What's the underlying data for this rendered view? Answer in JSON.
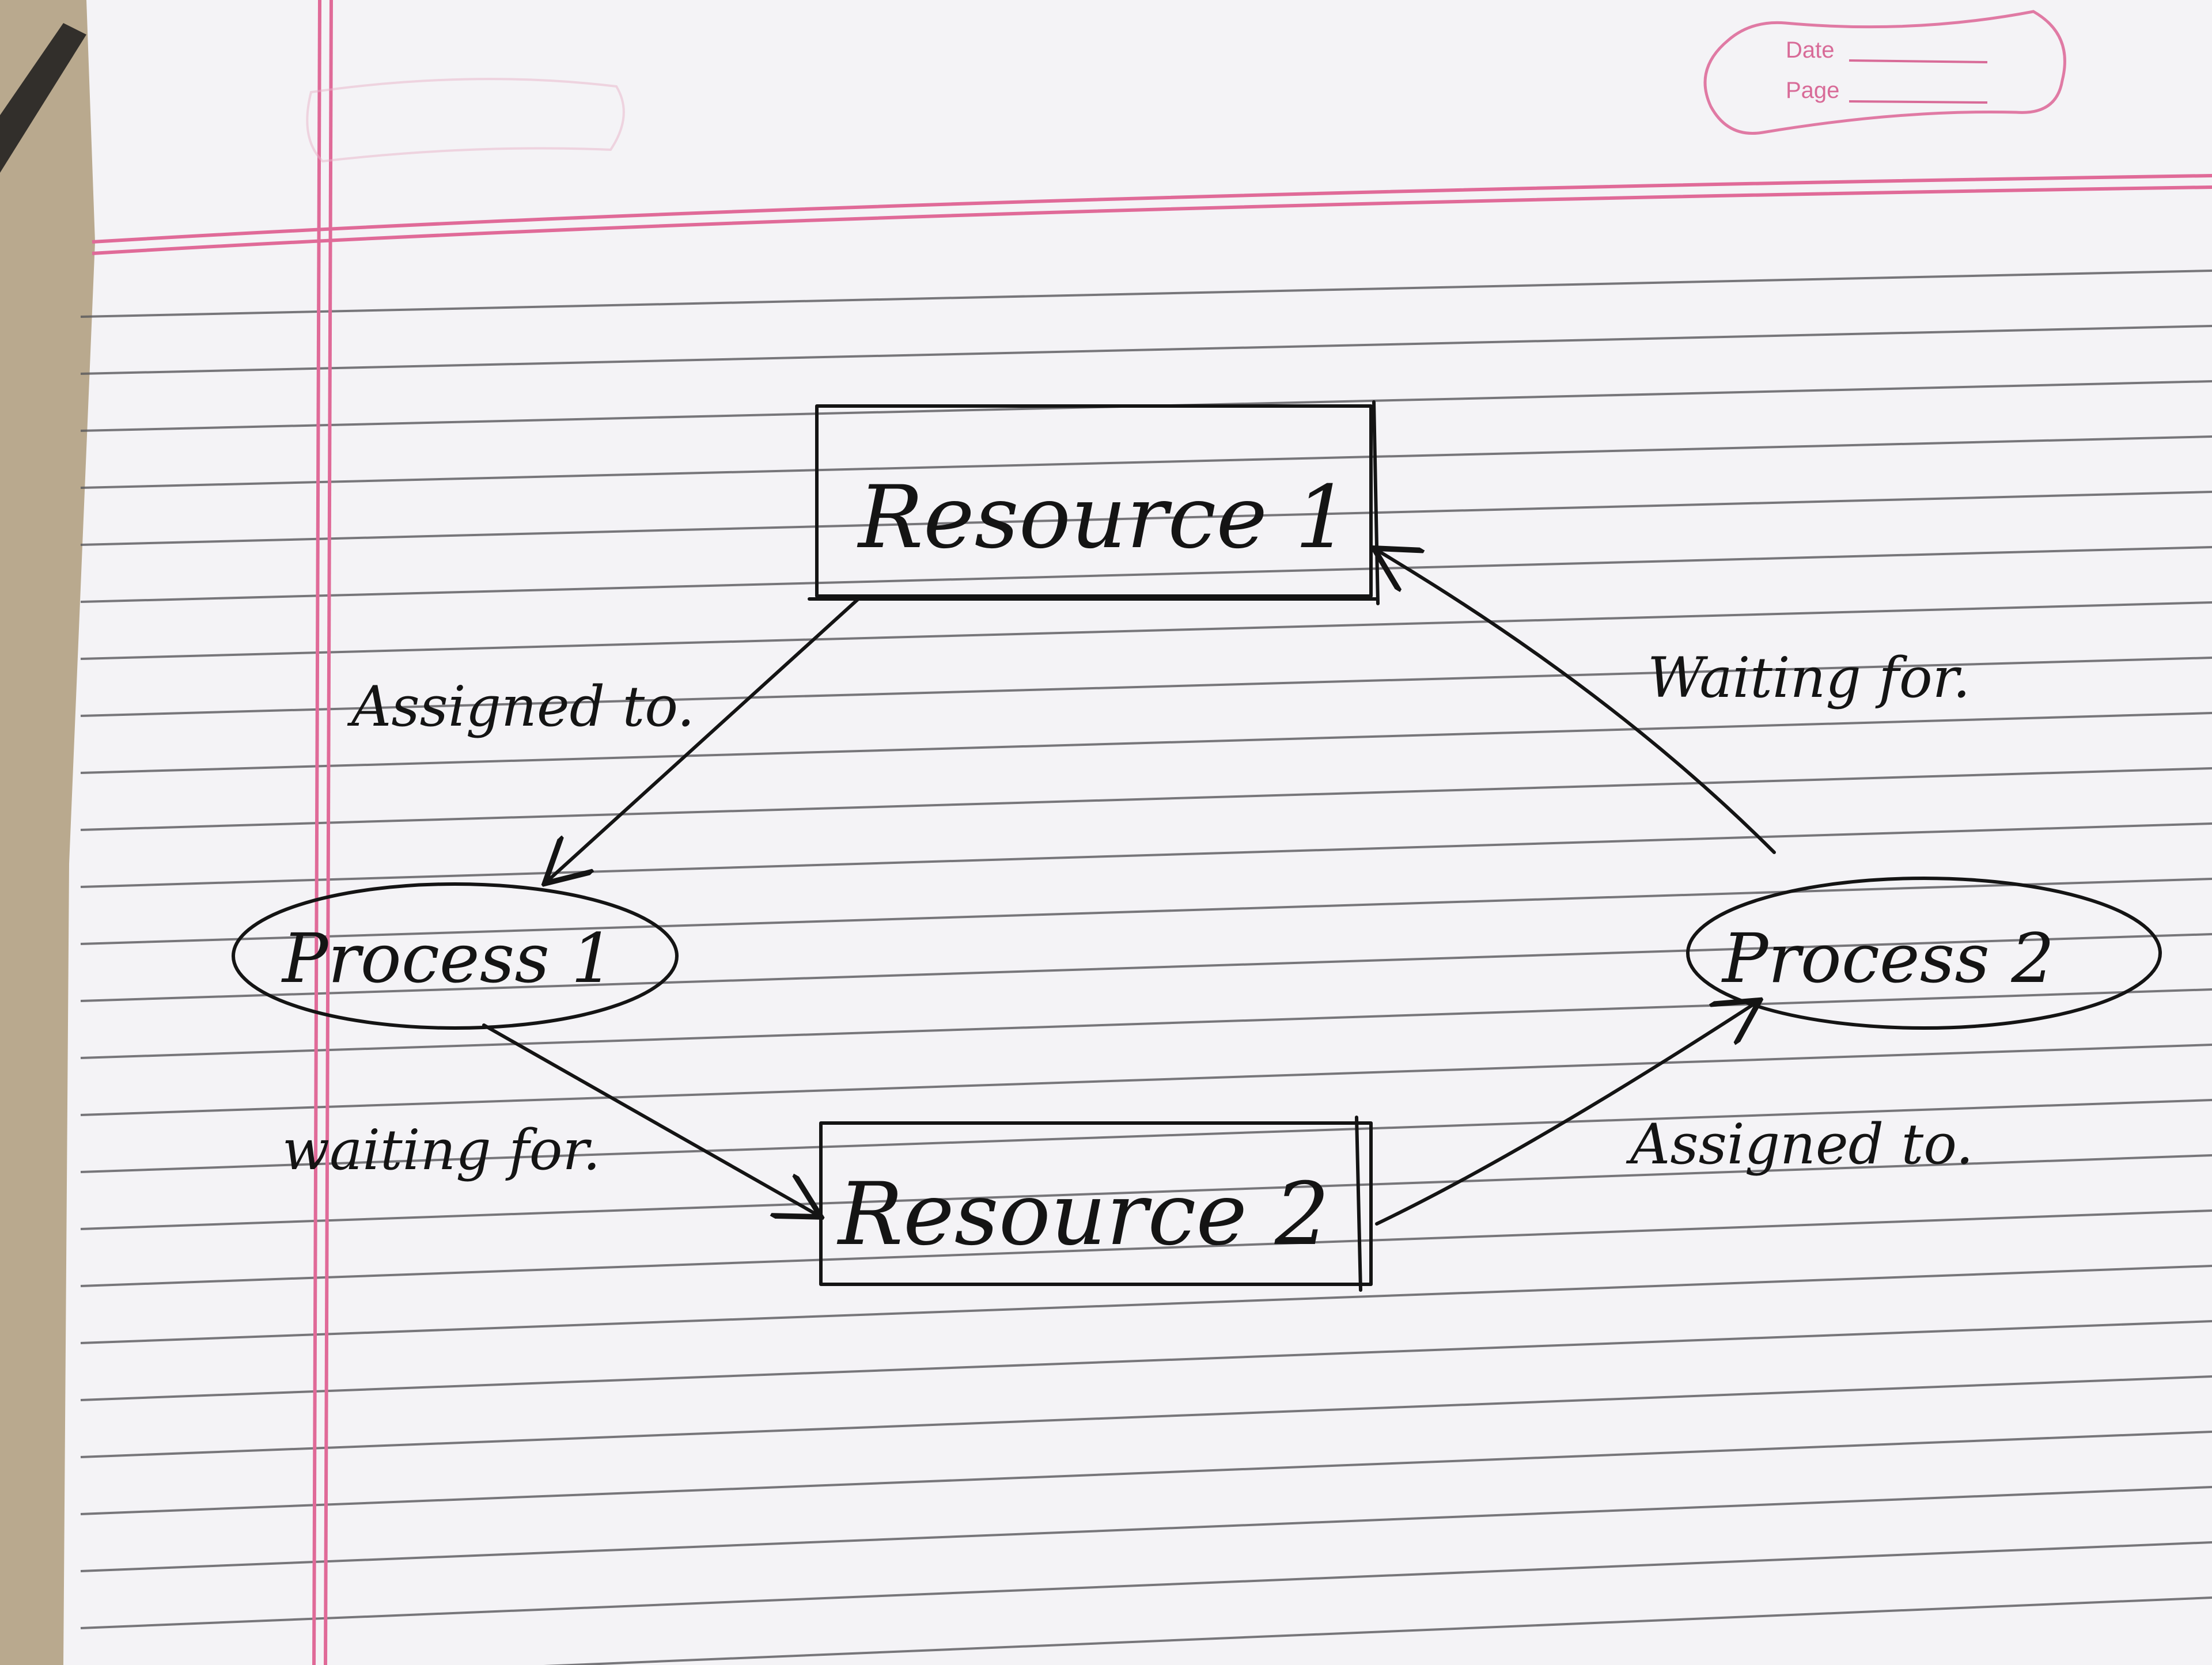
{
  "header": {
    "date_label": "Date",
    "page_label": "Page"
  },
  "diagram": {
    "nodes": {
      "resource_1": "Resource 1",
      "resource_2": "Resource 2",
      "process_1": "Process 1",
      "process_2": "Process 2"
    },
    "edges": [
      {
        "from": "resource_1",
        "to": "process_1",
        "label": "Assigned to."
      },
      {
        "from": "process_1",
        "to": "resource_2",
        "label": "waiting for."
      },
      {
        "from": "resource_2",
        "to": "process_2",
        "label": "Assigned to."
      },
      {
        "from": "process_2",
        "to": "resource_1",
        "label": "Waiting for."
      }
    ]
  },
  "colors": {
    "paper": "#f4f3f6",
    "rule_line": "#58585c",
    "margin_line": "#e06a98",
    "ink": "#141414",
    "desk": "#b9a98e"
  }
}
